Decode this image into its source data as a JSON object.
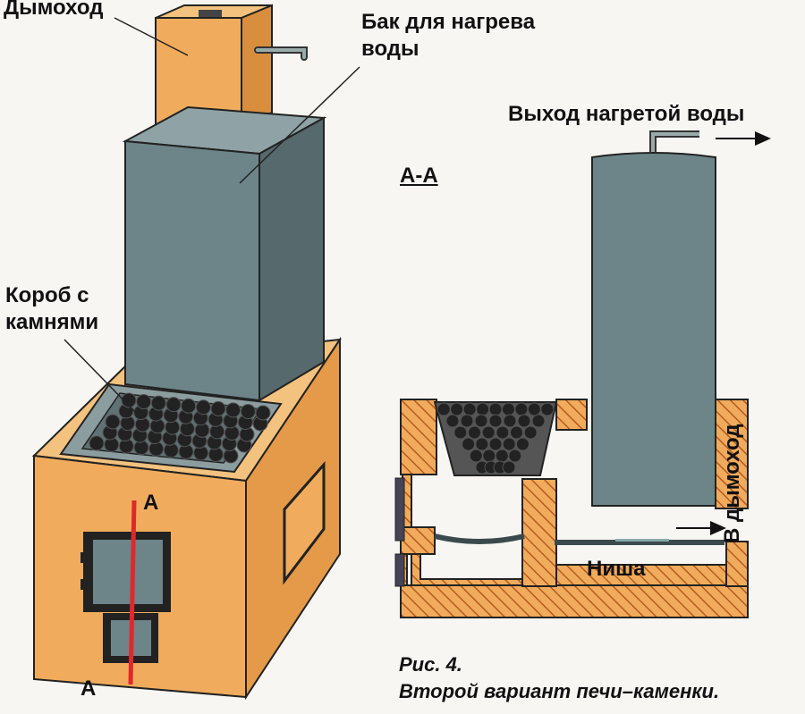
{
  "labels": {
    "chimney": "Дымоход",
    "tank_line1": "Бак для нагрева",
    "tank_line2": "воды",
    "hot_water_out": "Выход нагретой воды",
    "section": "А-А",
    "stone_box_line1": "Короб с",
    "stone_box_line2": "камнями",
    "cut_marker_top": "А",
    "cut_marker_bottom": "А",
    "to_chimney": "В дымоход",
    "niche": "Ниша"
  },
  "caption": {
    "figure": "Рис. 4.",
    "title": "Второй вариант печи–каменки."
  },
  "colors": {
    "brick": "#f0ac5c",
    "brick_dark": "#d98e3e",
    "brick_side": "#e49a48",
    "tank_front": "#6d8589",
    "tank_top": "#8fa3a6",
    "tank_side": "#56696c",
    "stones": "#222222",
    "hatch": "#b65a22",
    "cut_line": "#e0282c",
    "background": "#f7f6f3"
  },
  "icons": [
    "arrow-right-icon"
  ]
}
